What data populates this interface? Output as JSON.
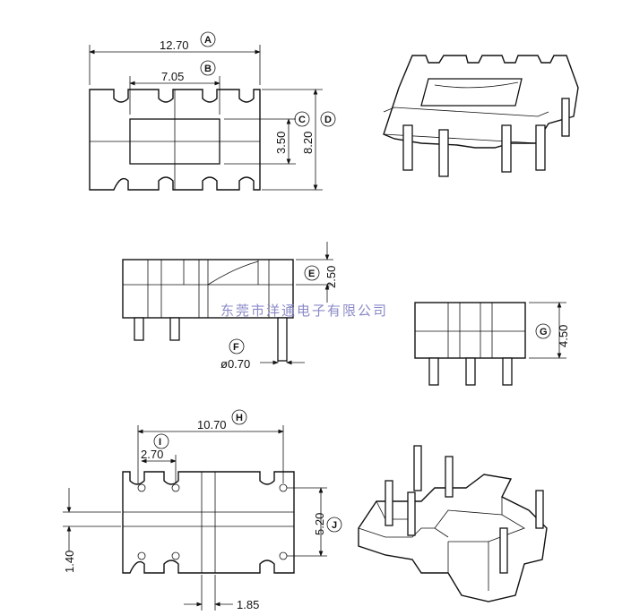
{
  "watermark": "东莞市洋通电子有限公司",
  "top_view": {
    "width_total": {
      "value": "12.70",
      "callout": "A"
    },
    "width_inner": {
      "value": "7.05",
      "callout": "B"
    },
    "height_inner": {
      "value": "3.50",
      "callout": "C"
    },
    "height_total": {
      "value": "8.20",
      "callout": "D"
    }
  },
  "side_view": {
    "height": {
      "value": "2.50",
      "callout": "E"
    },
    "pin_diameter": {
      "value": "ø0.70",
      "callout": "F"
    }
  },
  "end_view": {
    "height": {
      "value": "4.50",
      "callout": "G"
    }
  },
  "bottom_view": {
    "pin_span": {
      "value": "10.70",
      "callout": "H"
    },
    "pin_pitch": {
      "value": "2.70",
      "callout": "I"
    },
    "row_spacing": {
      "value": "5.20",
      "callout": "J"
    },
    "offset_left": {
      "value": "1.40"
    },
    "offset_bottom": {
      "value": "1.85"
    }
  }
}
